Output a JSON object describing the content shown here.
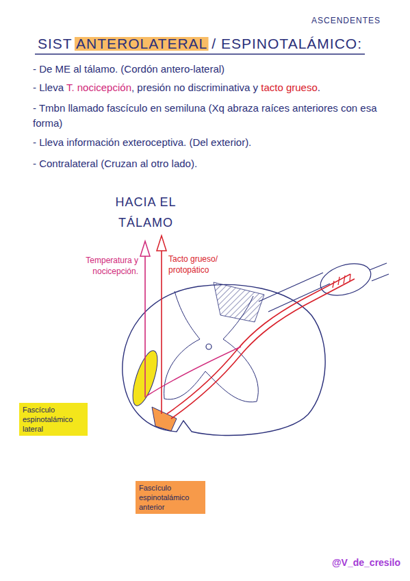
{
  "diagram": {
    "title": "SIST ANTEROLATERAL / ESPINOTALÁMICO:",
    "nodes": [
      {
        "text": [
          "Fascículo espinotalámico lateral"
        ]
      },
      {
        "text": [
          "Fascículo espinotalámico anterior"
        ]
      }
    ],
    "labels": [
      "ASCENDENTES",
      "- De ME al tálamo. (Cordón antero-lateral)",
      "- Lleva T. nocicepción, presión no discriminativa y tacto grueso.",
      "- Tmbn llamado fascículo en semiluna (Xq abraza raíces anteriores con esa forma)",
      "- Lleva información exteroceptiva. (Del exterior).",
      "- Contralateral (Cruzan al otro lado).",
      "HACIA EL TÁLAMO",
      "Temperatura y nocicepción.",
      "Tacto grueso/ protopático",
      "@V_de_cresilo"
    ]
  }
}
